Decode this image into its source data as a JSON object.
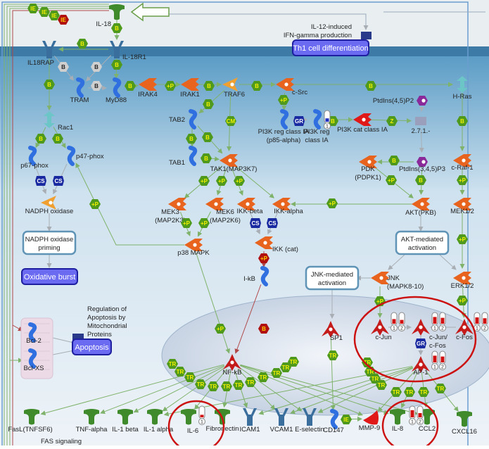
{
  "title": "IL-18 signaling pathway map",
  "colors": {
    "green_badge": "#4f9a1c",
    "red_badge": "#b01010",
    "gray_badge": "#c8c8c8",
    "blue_badge": "#1a2aa0",
    "edge": "#7fb26a",
    "highlight": "#cc1111",
    "button": "#6a6af0"
  },
  "nodes": [
    {
      "id": "il18",
      "label": "IL-18",
      "type": "ligand"
    },
    {
      "id": "il18rap",
      "label": "IL18RAP",
      "type": "receptor"
    },
    {
      "id": "il18r1",
      "label": "IL-18R1",
      "type": "receptor"
    },
    {
      "id": "tram",
      "label": "TRAM",
      "type": "protein"
    },
    {
      "id": "myd88",
      "label": "MyD88",
      "type": "protein"
    },
    {
      "id": "irak4",
      "label": "IRAK4",
      "type": "kinase"
    },
    {
      "id": "irak1",
      "label": "IRAK1",
      "type": "kinase"
    },
    {
      "id": "traf6",
      "label": "TRAF6",
      "type": "ligase"
    },
    {
      "id": "csrc",
      "label": "c-Src",
      "type": "kinase"
    },
    {
      "id": "hras",
      "label": "H-Ras",
      "type": "gtpase"
    },
    {
      "id": "rac1",
      "label": "Rac1",
      "type": "gtpase"
    },
    {
      "id": "p67",
      "label": "p67-phox",
      "type": "protein"
    },
    {
      "id": "p47",
      "label": "p47-phox",
      "type": "protein"
    },
    {
      "id": "nadph",
      "label": "NADPH oxidase",
      "type": "ligase"
    },
    {
      "id": "tab2",
      "label": "TAB2",
      "type": "protein"
    },
    {
      "id": "tab1",
      "label": "TAB1",
      "type": "protein"
    },
    {
      "id": "tak1",
      "label": "TAK1(MAP3K7)",
      "type": "kinase"
    },
    {
      "id": "pi3k85",
      "label": "PI3K reg class IA|(p85-alpha)",
      "type": "protein"
    },
    {
      "id": "pi3kreg",
      "label": "PI3K reg|class IA",
      "type": "protein"
    },
    {
      "id": "pi3kcat",
      "label": "PI3K cat class IA",
      "type": "kinase-red"
    },
    {
      "id": "pip2",
      "label": "PtdIns(4,5)P2",
      "type": "metabolite"
    },
    {
      "id": "enz",
      "label": "2.7.1.-",
      "type": "enzyme"
    },
    {
      "id": "pip3",
      "label": "PtdIns(3,4,5)P3",
      "type": "metabolite"
    },
    {
      "id": "pdk",
      "label": "PDK|(PDPK1)",
      "type": "kinase"
    },
    {
      "id": "craf",
      "label": "c-Raf-1",
      "type": "kinase"
    },
    {
      "id": "mek3",
      "label": "MEK3|(MAP2K3)",
      "type": "kinase"
    },
    {
      "id": "mek6",
      "label": "MEK6|(MAP2K6)",
      "type": "kinase"
    },
    {
      "id": "ikkb",
      "label": "IKK-beta",
      "type": "kinase"
    },
    {
      "id": "ikka",
      "label": "IKK-alpha",
      "type": "kinase"
    },
    {
      "id": "akt",
      "label": "AKT(PKB)",
      "type": "kinase"
    },
    {
      "id": "mek12",
      "label": "MEK1/2",
      "type": "kinase"
    },
    {
      "id": "p38",
      "label": "p38 MAPK",
      "type": "kinase"
    },
    {
      "id": "ikkcat",
      "label": "IKK (cat)",
      "type": "kinase"
    },
    {
      "id": "ikb",
      "label": "I-kB",
      "type": "protein"
    },
    {
      "id": "jnk",
      "label": "JNK|(MAPK8-10)",
      "type": "kinase"
    },
    {
      "id": "erk",
      "label": "ERK1/2",
      "type": "kinase"
    },
    {
      "id": "bcl2",
      "label": "Bcl-2",
      "type": "protein"
    },
    {
      "id": "bclxs",
      "label": "Bcl-XS",
      "type": "protein"
    },
    {
      "id": "nfkb",
      "label": "NF-kB",
      "type": "tf"
    },
    {
      "id": "sp1",
      "label": "SP1",
      "type": "tf"
    },
    {
      "id": "cjun",
      "label": "c-Jun",
      "type": "tf"
    },
    {
      "id": "cjunfos",
      "label": "c-Jun/|c-Fos",
      "type": "tf"
    },
    {
      "id": "cfos",
      "label": "c-Fos",
      "type": "tf"
    },
    {
      "id": "ap1",
      "label": "AP-1",
      "type": "tf"
    },
    {
      "id": "fasl",
      "label": "FasL(TNFSF6)",
      "type": "ligand"
    },
    {
      "id": "tnfa",
      "label": "TNF-alpha",
      "type": "ligand"
    },
    {
      "id": "il1b",
      "label": "IL-1 beta",
      "type": "ligand"
    },
    {
      "id": "il1a",
      "label": "IL-1 alpha",
      "type": "ligand"
    },
    {
      "id": "il6",
      "label": "IL-6",
      "type": "ligand"
    },
    {
      "id": "fibronectin",
      "label": "Fibronectin",
      "type": "ligand"
    },
    {
      "id": "icam1",
      "label": "ICAM1",
      "type": "receptor"
    },
    {
      "id": "vcam1",
      "label": "VCAM1",
      "type": "receptor"
    },
    {
      "id": "eselectin",
      "label": "E-selectin",
      "type": "receptor"
    },
    {
      "id": "cd147",
      "label": "CD147",
      "type": "protein"
    },
    {
      "id": "mmp9",
      "label": "MMP-9",
      "type": "protease"
    },
    {
      "id": "il8",
      "label": "IL-8",
      "type": "ligand"
    },
    {
      "id": "ccl2",
      "label": "CCL2",
      "type": "ligand"
    },
    {
      "id": "cxcl16",
      "label": "CXCL16",
      "type": "ligand"
    }
  ],
  "edges": [
    [
      "il18",
      "il18r1",
      "act"
    ],
    [
      "il18r1",
      "il18rap",
      "act"
    ],
    [
      "il18r1",
      "myd88",
      "act"
    ],
    [
      "il18rap",
      "tram",
      "neutral"
    ],
    [
      "il18r1",
      "tram",
      "neutral"
    ],
    [
      "tram",
      "myd88",
      "neutral"
    ],
    [
      "myd88",
      "irak4",
      "act"
    ],
    [
      "irak4",
      "irak1",
      "act"
    ],
    [
      "irak1",
      "traf6",
      "act"
    ],
    [
      "traf6",
      "csrc",
      "act"
    ],
    [
      "csrc",
      "hras",
      "act"
    ],
    [
      "traf6",
      "tab2",
      "act"
    ],
    [
      "traf6",
      "tak1",
      "act"
    ],
    [
      "tab2",
      "tab1",
      "act"
    ],
    [
      "tab2",
      "tak1",
      "act"
    ],
    [
      "tab1",
      "tak1",
      "act"
    ],
    [
      "il18rap",
      "rac1",
      "act"
    ],
    [
      "rac1",
      "p67",
      "act"
    ],
    [
      "rac1",
      "p47",
      "act"
    ],
    [
      "p67",
      "nadph",
      "neutral"
    ],
    [
      "p47",
      "nadph",
      "neutral"
    ],
    [
      "tak1",
      "mek3",
      "act"
    ],
    [
      "tak1",
      "mek6",
      "act"
    ],
    [
      "tak1",
      "ikkb",
      "act"
    ],
    [
      "tak1",
      "ikka",
      "act"
    ],
    [
      "mek3",
      "p38",
      "act"
    ],
    [
      "mek6",
      "p38",
      "act"
    ],
    [
      "ikkb",
      "ikkcat",
      "neutral"
    ],
    [
      "ikka",
      "ikkcat",
      "neutral"
    ],
    [
      "ikkcat",
      "ikb",
      "inh"
    ],
    [
      "akt",
      "ikka",
      "act"
    ],
    [
      "csrc",
      "pi3k85",
      "act"
    ],
    [
      "pi3k85",
      "pi3kreg",
      "neutral"
    ],
    [
      "pi3kreg",
      "pi3kcat",
      "act"
    ],
    [
      "pi3kcat",
      "enz",
      "act"
    ],
    [
      "pip2",
      "enz",
      "neutral"
    ],
    [
      "enz",
      "pip3",
      "neutral"
    ],
    [
      "pip3",
      "pdk",
      "act"
    ],
    [
      "pdk",
      "akt",
      "act"
    ],
    [
      "pip3",
      "akt",
      "act"
    ],
    [
      "hras",
      "craf",
      "act"
    ],
    [
      "craf",
      "mek12",
      "act"
    ],
    [
      "mek12",
      "erk",
      "act"
    ],
    [
      "jnk",
      "cjun",
      "act"
    ],
    [
      "erk",
      "cfos",
      "act"
    ],
    [
      "p38",
      "nfkb",
      "act"
    ],
    [
      "ikb",
      "nfkb",
      "inh"
    ],
    [
      "cjun",
      "cjunfos",
      "neutral"
    ],
    [
      "cfos",
      "cjunfos",
      "neutral"
    ],
    [
      "cjunfos",
      "ap1",
      "neutral"
    ],
    [
      "sp1",
      "cd147",
      "act"
    ],
    [
      "cd147",
      "mmp9",
      "act"
    ],
    [
      "nfkb",
      "fasl",
      "act"
    ],
    [
      "nfkb",
      "tnfa",
      "act"
    ],
    [
      "nfkb",
      "il1b",
      "act"
    ],
    [
      "nfkb",
      "il1a",
      "act"
    ],
    [
      "nfkb",
      "il6",
      "act"
    ],
    [
      "nfkb",
      "fibronectin",
      "act"
    ],
    [
      "nfkb",
      "icam1",
      "act"
    ],
    [
      "nfkb",
      "vcam1",
      "act"
    ],
    [
      "nfkb",
      "eselectin",
      "act"
    ],
    [
      "nfkb",
      "mmp9",
      "act"
    ],
    [
      "nfkb",
      "il8",
      "act"
    ],
    [
      "nfkb",
      "ccl2",
      "act"
    ],
    [
      "ap1",
      "il1a",
      "act"
    ],
    [
      "ap1",
      "icam1",
      "act"
    ],
    [
      "ap1",
      "vcam1",
      "act"
    ],
    [
      "ap1",
      "eselectin",
      "act"
    ],
    [
      "ap1",
      "il8",
      "act"
    ],
    [
      "ap1",
      "ccl2",
      "act"
    ],
    [
      "ap1",
      "cxcl16",
      "act"
    ],
    [
      "ap1",
      "mmp9",
      "act"
    ],
    [
      "bcl2",
      "apoptosis",
      "neutral"
    ],
    [
      "bclxs",
      "apoptosis",
      "neutral"
    ]
  ],
  "badges": [
    {
      "t": "IE",
      "k": "g"
    },
    {
      "t": "IE",
      "k": "g"
    },
    {
      "t": "IE",
      "k": "g"
    },
    {
      "t": "IE",
      "k": "r"
    },
    {
      "t": "B",
      "k": "g"
    },
    {
      "t": "B",
      "k": "g"
    },
    {
      "t": "B",
      "k": "gray"
    },
    {
      "t": "B",
      "k": "gray"
    },
    {
      "t": "B",
      "k": "g"
    },
    {
      "t": "B",
      "k": "gray"
    },
    {
      "t": "B",
      "k": "g"
    },
    {
      "t": "+P",
      "k": "g"
    },
    {
      "t": "B",
      "k": "g"
    },
    {
      "t": "B",
      "k": "g"
    },
    {
      "t": "B",
      "k": "g"
    },
    {
      "t": "B",
      "k": "g"
    },
    {
      "t": "B",
      "k": "g"
    },
    {
      "t": "B",
      "k": "g"
    },
    {
      "t": "CS",
      "k": "blue"
    },
    {
      "t": "CS",
      "k": "blue"
    },
    {
      "t": "B",
      "k": "g"
    },
    {
      "t": "CM",
      "k": "g"
    },
    {
      "t": "B",
      "k": "g"
    },
    {
      "t": "B",
      "k": "g"
    },
    {
      "t": "B",
      "k": "g"
    },
    {
      "t": "+P",
      "k": "g"
    },
    {
      "t": "GR",
      "k": "blue"
    },
    {
      "t": "B",
      "k": "g"
    },
    {
      "t": "Z",
      "k": "g"
    },
    {
      "t": "B",
      "k": "g"
    },
    {
      "t": "B",
      "k": "g"
    },
    {
      "t": "+P",
      "k": "g"
    },
    {
      "t": "+P",
      "k": "g"
    },
    {
      "t": "+P",
      "k": "g"
    },
    {
      "t": "+P",
      "k": "g"
    },
    {
      "t": "+P",
      "k": "g"
    },
    {
      "t": "B",
      "k": "g"
    },
    {
      "t": "+P",
      "k": "g"
    },
    {
      "t": "+P",
      "k": "g"
    },
    {
      "t": "+P",
      "k": "g"
    },
    {
      "t": "+P",
      "k": "g"
    },
    {
      "t": "CS",
      "k": "blue"
    },
    {
      "t": "CS",
      "k": "blue"
    },
    {
      "t": "+P",
      "k": "r"
    },
    {
      "t": "+P",
      "k": "g"
    },
    {
      "t": "+P",
      "k": "g"
    },
    {
      "t": "+P",
      "k": "g"
    },
    {
      "t": "+P",
      "k": "g"
    },
    {
      "t": "B",
      "k": "r"
    },
    {
      "t": "GR",
      "k": "blue"
    },
    {
      "t": "TR",
      "k": "g"
    },
    {
      "t": "TR",
      "k": "g"
    },
    {
      "t": "TR",
      "k": "g"
    },
    {
      "t": "TR",
      "k": "g"
    },
    {
      "t": "TR",
      "k": "g"
    },
    {
      "t": "TR",
      "k": "g"
    },
    {
      "t": "TR",
      "k": "g"
    },
    {
      "t": "TR",
      "k": "g"
    },
    {
      "t": "TR",
      "k": "g"
    },
    {
      "t": "TR",
      "k": "g"
    },
    {
      "t": "TR",
      "k": "g"
    },
    {
      "t": "TR",
      "k": "g"
    },
    {
      "t": "TR",
      "k": "g"
    },
    {
      "t": "TR",
      "k": "g"
    },
    {
      "t": "TR",
      "k": "g"
    },
    {
      "t": "TR",
      "k": "g"
    },
    {
      "t": "TR",
      "k": "g"
    },
    {
      "t": "TR",
      "k": "g"
    },
    {
      "t": "TR",
      "k": "g"
    },
    {
      "t": "TR",
      "k": "g"
    },
    {
      "t": "TR",
      "k": "g"
    },
    {
      "t": "IE",
      "k": "g"
    }
  ],
  "thermometers": [
    {
      "node": "il6",
      "label": "1",
      "level": 0.3
    },
    {
      "node": "cjun",
      "label": "1",
      "level": 0.55
    },
    {
      "node": "cjun",
      "label": "2",
      "level": 0.45
    },
    {
      "node": "cjunfos",
      "label": "1",
      "level": 0.8
    },
    {
      "node": "cjunfos",
      "label": "2",
      "level": 0.7
    },
    {
      "node": "cfos",
      "label": "1",
      "level": 0.75
    },
    {
      "node": "cfos",
      "label": "2",
      "level": 0.65
    },
    {
      "node": "ap1",
      "label": "1",
      "level": 0.8
    },
    {
      "node": "ap1",
      "label": "2",
      "level": 0.7
    },
    {
      "node": "il8",
      "label": "1",
      "level": 0.85
    },
    {
      "node": "il8",
      "label": "2",
      "level": 0.5
    },
    {
      "node": "pi3kreg",
      "label": "1",
      "level": 0.4
    }
  ],
  "processes": [
    {
      "id": "priming",
      "lines": [
        "NADPH oxidase",
        "priming"
      ]
    },
    {
      "id": "aktbox",
      "lines": [
        "AKT-mediated",
        "activation"
      ]
    },
    {
      "id": "jnkbox",
      "lines": [
        "JNK-mediated",
        "activation"
      ]
    }
  ],
  "buttons": {
    "th1": "Th1 cell differentiation",
    "burst": "Oxidative burst",
    "apoptosis": "Apoptosis"
  },
  "notes": {
    "ifn": [
      "IL-12-induced",
      "IFN-gamma production"
    ],
    "apoptosis_reg": [
      "Regulation of",
      "Apoptosis by",
      "Mitochondrial",
      "Proteins"
    ],
    "fas": "FAS signaling"
  }
}
